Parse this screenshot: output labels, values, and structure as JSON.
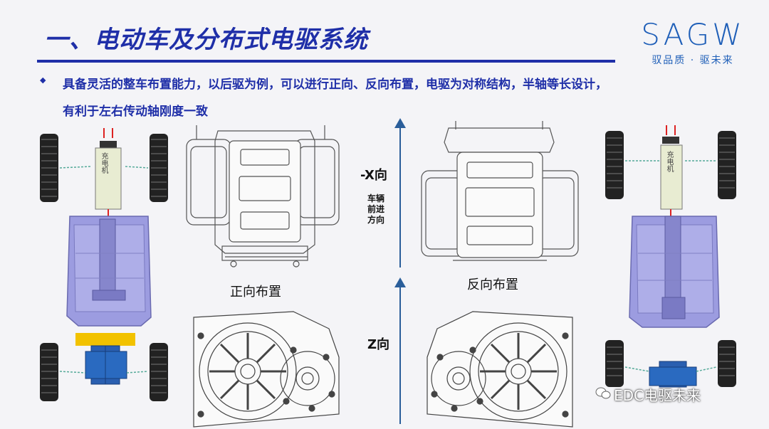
{
  "header": {
    "title": "一、电动车及分布式电驱系统",
    "logo_text": "SAGW",
    "logo_slogan": "驭品质 · 驱未来"
  },
  "content": {
    "line1": "具备灵活的整车布置能力，以后驱为例，可以进行正向、反向布置，电驱为对称结构，半轴等长设计，",
    "line2": "有利于左右传动轴刚度一致"
  },
  "labels": {
    "forward_layout": "正向布置",
    "reverse_layout": "反向布置",
    "x_direction": "-X向",
    "vehicle_forward": "车辆\n前进\n方向",
    "z_direction": "Z向",
    "generator_left": "充电机",
    "generator_right": "充电机"
  },
  "watermark": "EDC电驱未来",
  "colors": {
    "accent": "#1f2fa8",
    "battery": "#8f8fd8",
    "motor_blue": "#2a5fb0",
    "motor_yellow": "#f2c200"
  }
}
